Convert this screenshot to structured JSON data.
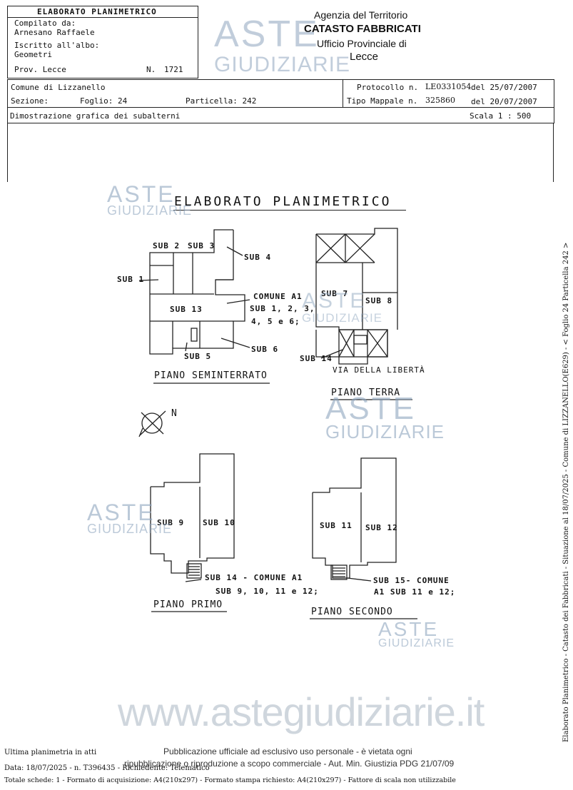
{
  "header": {
    "doc_title": "ELABORATO PLANIMETRICO",
    "compilato_label": "Compilato da:",
    "compilato_name": "Arnesano Raffaele",
    "iscritto_label": "Iscritto all'albo:",
    "iscritto_value": "Geometri",
    "prov_label": "Prov. Lecce",
    "n_label": "N.",
    "n_value": "1721",
    "agency_line1": "Agenzia del Territorio",
    "agency_line2": "CATASTO FABBRICATI",
    "agency_line3": "Ufficio Provinciale di",
    "agency_line4": "Lecce"
  },
  "info": {
    "comune": "Comune di Lizzanello",
    "sezione_label": "Sezione:",
    "foglio": "Foglio: 24",
    "particella": "Particella: 242",
    "protocollo_label": "Protocollo n.",
    "protocollo_value": "LE0331054",
    "protocollo_date": "del 25/07/2007",
    "tipo_label": "Tipo Mappale n.",
    "tipo_value": "325860",
    "tipo_date": "del 20/07/2007",
    "dimostrazione": "Dimostrazione grafica dei subalterni",
    "scala": "Scala 1 : 500"
  },
  "drawing": {
    "title": "ELABORATO  PLANIMETRICO",
    "north": "N",
    "seminterrato": {
      "caption": "PIANO SEMINTERRATO",
      "sub1": "SUB 1",
      "sub2": "SUB 2",
      "sub3": "SUB 3",
      "sub4": "SUB 4",
      "sub13": "SUB 13",
      "sub5": "SUB 5",
      "sub6": "SUB 6",
      "comune1": "COMUNE A1",
      "comune2": "SUB 1, 2, 3,",
      "comune3": "4, 5 e 6;"
    },
    "terra": {
      "caption": "PIANO TERRA",
      "sub7": "SUB 7",
      "sub8": "SUB 8",
      "sub14": "SUB 14",
      "via": "VIA DELLA LIBERTÀ"
    },
    "primo": {
      "caption": "PIANO PRIMO",
      "sub9": "SUB 9",
      "sub10": "SUB 10",
      "note1": "SUB 14 - COMUNE A1",
      "note2": "SUB 9, 10, 11 e 12;"
    },
    "secondo": {
      "caption": "PIANO SECONDO",
      "sub11": "SUB 11",
      "sub12": "SUB 12",
      "note1": "SUB 15- COMUNE",
      "note2": "A1 SUB 11 e 12;"
    }
  },
  "watermarks": {
    "aste": "ASTE",
    "giudiziarie": "GIUDIZIARIE",
    "site": "www.astegiudiziarie.it"
  },
  "footer": {
    "ultima": "Ultima planimetria in atti",
    "pubblicazione1": "Pubblicazione ufficiale ad esclusivo uso personale - è vietata ogni",
    "pubblicazione2": "ripubblicazione o riproduzione a scopo commerciale - Aut. Min. Giustizia PDG 21/07/09",
    "data_line": "Data: 18/07/2025 - n. T396435 - Richiedente: Telematico",
    "totale_line": "Totale schede: 1 - Formato di acquisizione: A4(210x297)  - Formato stampa richiesto: A4(210x297) - Fattore di scala non utilizzabile",
    "side_text": "Elaborato Planimetrico - Catasto dei Fabbricati - Situazione al 18/07/2025 - Comune di LIZZANELLO(E629) - < Foglio 24 Particella 242 >"
  }
}
